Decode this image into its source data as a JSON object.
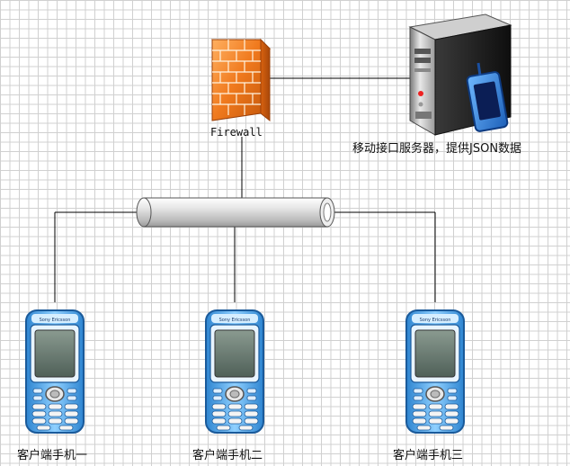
{
  "diagram": {
    "firewall": {
      "label": "Firewall",
      "icon": "firewall-brick-wall-icon"
    },
    "server": {
      "label": "移动接口服务器，提供JSON数据",
      "icon": "server-tower-with-phone-icon"
    },
    "hub": {
      "icon": "network-pipe-bus-icon"
    },
    "phones": [
      {
        "label": "客户端手机一",
        "icon": "mobile-phone-icon"
      },
      {
        "label": "客户端手机二",
        "icon": "mobile-phone-icon"
      },
      {
        "label": "客户端手机三",
        "icon": "mobile-phone-icon"
      }
    ],
    "colors": {
      "grid": "#d0d0d0",
      "connector": "#000000",
      "firewall_orange": "#f07a1e",
      "phone_blue": "#4aa6e8",
      "server_dark": "#2a2a2a",
      "pipe_gray": "#d8d8d8"
    }
  }
}
